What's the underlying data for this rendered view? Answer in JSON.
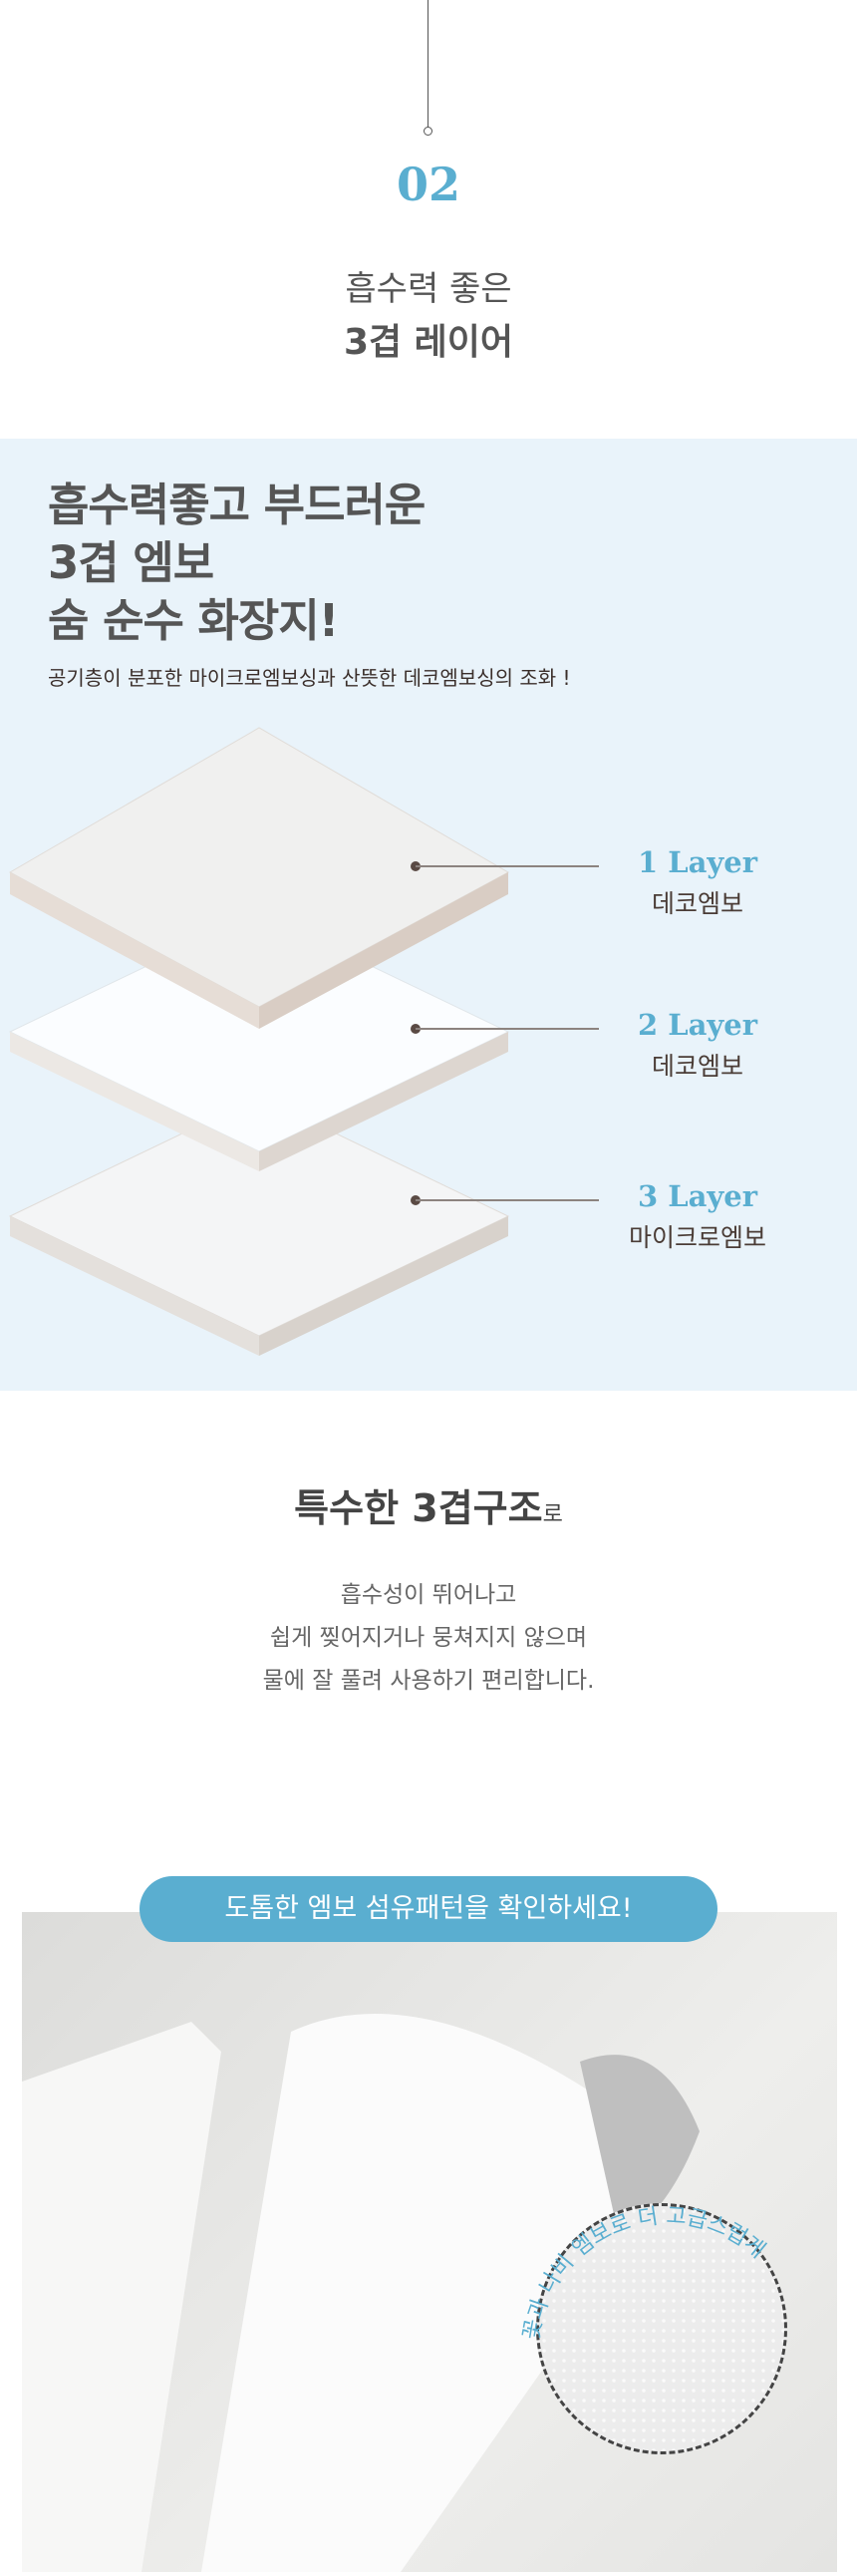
{
  "header": {
    "number": "02",
    "title_line1": "흡수력 좋은",
    "title_line2": "3겹 레이어"
  },
  "layers_section": {
    "headline": [
      "흡수력좋고 부드러운",
      "3겹 엠보",
      "숨 순수 화장지!"
    ],
    "subtitle": "공기층이 분포한 마이크로엠보싱과 산뜻한 데코엠보싱의 조화 !",
    "layers": [
      {
        "title": "1 Layer",
        "desc": "데코엠보"
      },
      {
        "title": "2 Layer",
        "desc": "데코엠보"
      },
      {
        "title": "3 Layer",
        "desc": "마이크로엠보"
      }
    ]
  },
  "structure_section": {
    "title_main": "특수한 3겹구조",
    "title_suffix": "로",
    "lines": [
      "흡수성이 뛰어나고",
      "쉽게 찢어지거나 뭉쳐지지 않으며",
      "물에 잘 풀려 사용하기 편리합니다."
    ]
  },
  "photo_section": {
    "pill_label": "도톰한 엠보 섬유패턴을 확인하세요!",
    "arc_text": "꽃과 나비 엠보로 더 고급스럽게"
  },
  "colors": {
    "accent": "#5aaed0",
    "panel": "#e9f3fa",
    "text": "#555555"
  }
}
